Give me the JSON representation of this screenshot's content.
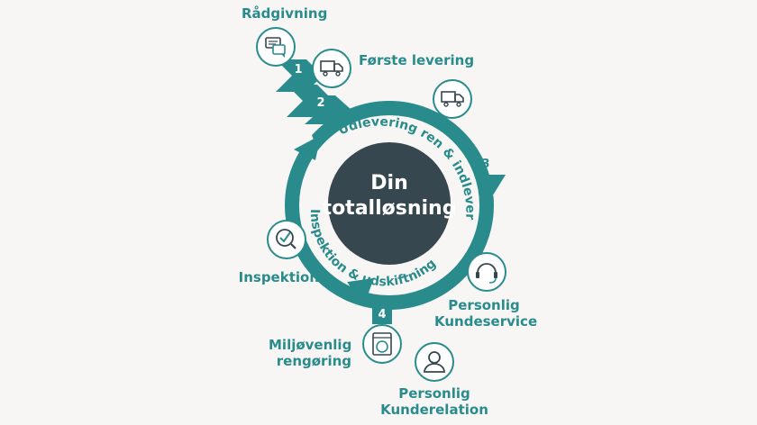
{
  "colors": {
    "teal": "#2a8b8d",
    "dark": "#36474f",
    "bg": "#f7f6f4"
  },
  "center": {
    "line1": "Din",
    "line2": "totalløsning"
  },
  "arc_texts": {
    "top": "Udlevering ren & indlevering",
    "bottom": "Inspektion & udskiftning"
  },
  "steps": [
    "1",
    "2",
    "3",
    "4"
  ],
  "labels": {
    "raadgivning": "Rådgivning",
    "foerste_levering": "Første levering",
    "inspektion": "Inspektion",
    "kundeservice_1": "Personlig",
    "kundeservice_2": "Kundeservice",
    "miljoe_1": "Miljøvenlig",
    "miljoe_2": "rengøring",
    "kunderelation_1": "Personlig",
    "kunderelation_2": "Kunderelation"
  },
  "icons": [
    "chat-icon",
    "truck-icon",
    "truck-icon",
    "checkmark-search-icon",
    "headset-icon",
    "washing-machine-icon",
    "person-icon"
  ]
}
